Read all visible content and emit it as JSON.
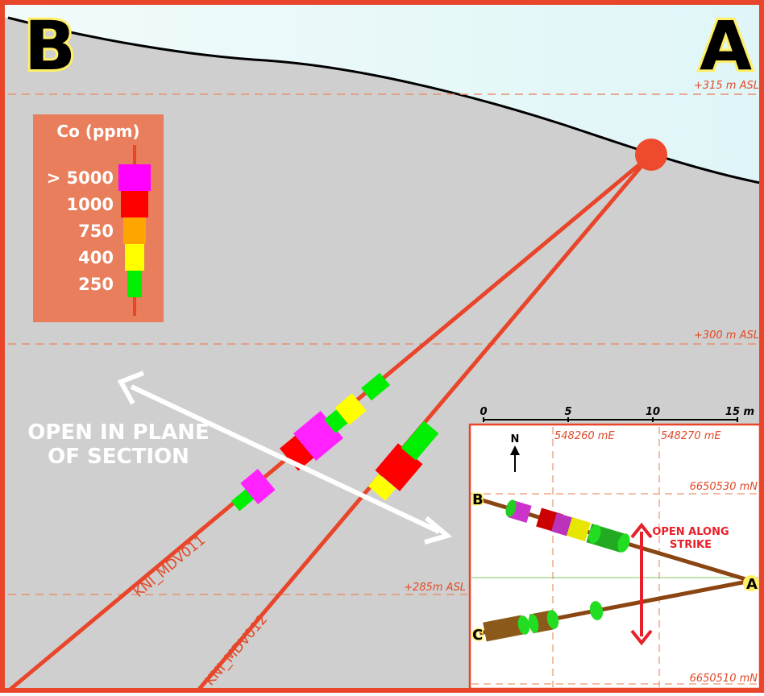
{
  "section": {
    "end_left_label": "B",
    "end_right_label": "A",
    "elevations": [
      "+315 m ASL",
      "+300 m ASL",
      "+285m ASL"
    ],
    "open_label_line1": "OPEN IN PLANE",
    "open_label_line2": "OF SECTION",
    "drillholes": [
      "KNI_MDV011",
      "KNI_MDV012"
    ]
  },
  "legend": {
    "title": "Co (ppm)",
    "items": [
      {
        "label": "> 5000",
        "color": "#ff00ff"
      },
      {
        "label": "1000",
        "color": "#ff0000"
      },
      {
        "label": "750",
        "color": "#ffa500"
      },
      {
        "label": "400",
        "color": "#ffff00"
      },
      {
        "label": "250",
        "color": "#00ee00"
      }
    ]
  },
  "inset": {
    "north_label": "N",
    "scale_ticks": [
      "0",
      "5",
      "10",
      "15 m"
    ],
    "easting_labels": [
      "548260 mE",
      "548270 mE"
    ],
    "northing_labels": [
      "6650530 mN",
      "6650510 mN"
    ],
    "point_labels": [
      "B",
      "A",
      "C"
    ],
    "strike_label_line1": "OPEN ALONG",
    "strike_label_line2": "STRIKE"
  },
  "colors": {
    "sky": "#e8fafa",
    "ground": "#cfcfcf",
    "frame": "#e8452a",
    "drillhole": "#e8452a",
    "legend_bg": "#e87e5b",
    "inset_hole": "#8b4513"
  }
}
